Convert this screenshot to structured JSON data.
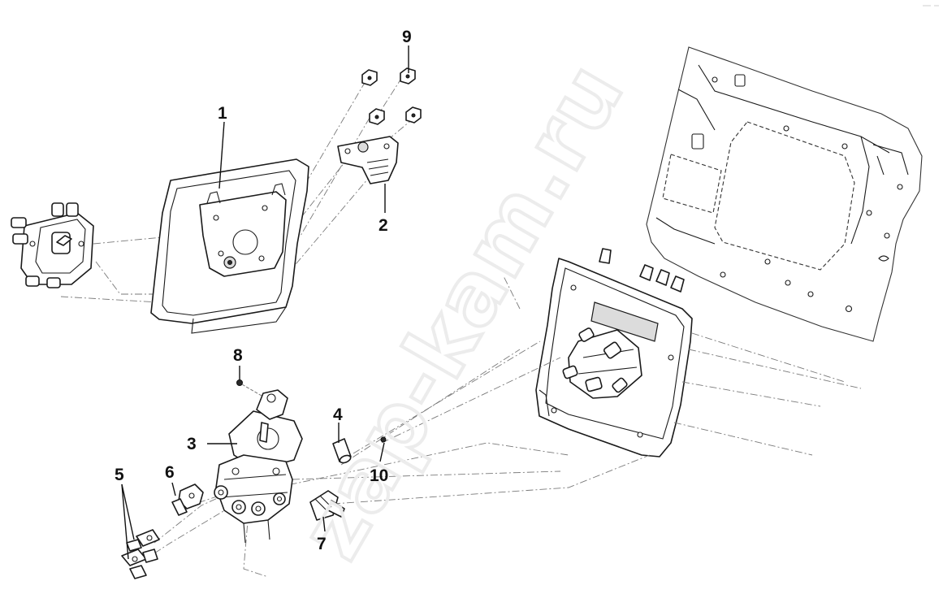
{
  "watermark": {
    "text": "zap-kam.ru"
  },
  "callouts": [
    {
      "id": "callout-1",
      "number": "1"
    },
    {
      "id": "callout-2",
      "number": "2"
    },
    {
      "id": "callout-3",
      "number": "3"
    },
    {
      "id": "callout-4",
      "number": "4"
    },
    {
      "id": "callout-5",
      "number": "5"
    },
    {
      "id": "callout-6",
      "number": "6"
    },
    {
      "id": "callout-7",
      "number": "7"
    },
    {
      "id": "callout-8",
      "number": "8"
    },
    {
      "id": "callout-9",
      "number": "9"
    },
    {
      "id": "callout-10",
      "number": "10"
    }
  ],
  "icons": {
    "corner_mark": "corner-mark-icon"
  }
}
